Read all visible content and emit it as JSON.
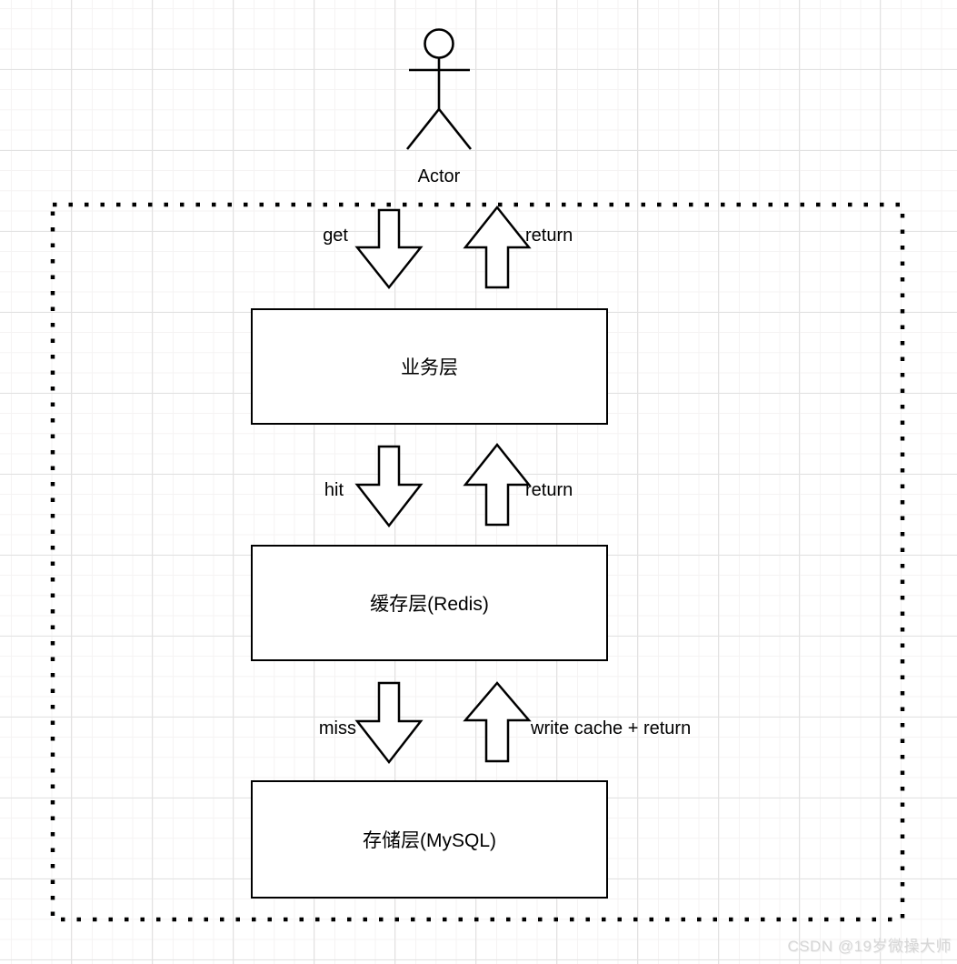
{
  "diagram": {
    "actor": {
      "label": "Actor"
    },
    "layers": [
      {
        "label": "业务层"
      },
      {
        "label": "缓存层(Redis)"
      },
      {
        "label": "存储层(MySQL)"
      }
    ],
    "flows": [
      {
        "request": "get",
        "response": "return"
      },
      {
        "request": "hit",
        "response": "return"
      },
      {
        "request": "miss",
        "response": "write cache + return"
      }
    ],
    "watermark": "CSDN @19岁微操大师",
    "colors": {
      "stroke": "#000000",
      "shape_fill": "#ffffff",
      "grid_minor": "#f5f3f3",
      "grid_major": "#e2e2e2",
      "watermark": "#d6d6d6"
    }
  }
}
